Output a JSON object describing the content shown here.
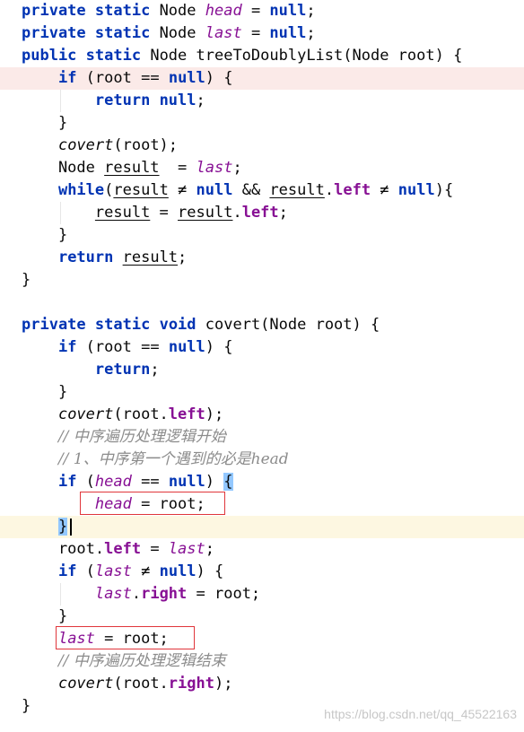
{
  "editor": {
    "lines": [
      {
        "tokens": [
          [
            "kw",
            "private"
          ],
          [
            "plain",
            " "
          ],
          [
            "kw",
            "static"
          ],
          [
            "plain",
            " Node "
          ],
          [
            "field",
            "head"
          ],
          [
            "plain",
            " = "
          ],
          [
            "kw",
            "null"
          ],
          [
            "plain",
            ";"
          ]
        ]
      },
      {
        "tokens": [
          [
            "kw",
            "private"
          ],
          [
            "plain",
            " "
          ],
          [
            "kw",
            "static"
          ],
          [
            "plain",
            " Node "
          ],
          [
            "field",
            "last"
          ],
          [
            "plain",
            " = "
          ],
          [
            "kw",
            "null"
          ],
          [
            "plain",
            ";"
          ]
        ]
      },
      {
        "tokens": [
          [
            "kw",
            "public"
          ],
          [
            "plain",
            " "
          ],
          [
            "kw",
            "static"
          ],
          [
            "plain",
            " Node treeToDoublyList(Node root) {"
          ]
        ]
      },
      {
        "highlight": "error",
        "tokens": [
          [
            "plain",
            "    "
          ],
          [
            "kw",
            "if"
          ],
          [
            "plain",
            " (root "
          ],
          [
            "plain",
            "=="
          ],
          [
            "plain",
            " "
          ],
          [
            "kw",
            "null"
          ],
          [
            "plain",
            ") {"
          ]
        ]
      },
      {
        "tokens": [
          [
            "plain",
            "        "
          ],
          [
            "kw",
            "return"
          ],
          [
            "plain",
            " "
          ],
          [
            "kw",
            "null"
          ],
          [
            "plain",
            ";"
          ]
        ]
      },
      {
        "tokens": [
          [
            "plain",
            "    }"
          ]
        ]
      },
      {
        "tokens": [
          [
            "plain",
            "    "
          ],
          [
            "method",
            "covert"
          ],
          [
            "plain",
            "(root);"
          ]
        ]
      },
      {
        "tokens": [
          [
            "plain",
            "    Node "
          ],
          [
            "var",
            "result"
          ],
          [
            "plain",
            "  = "
          ],
          [
            "field",
            "last"
          ],
          [
            "plain",
            ";"
          ]
        ]
      },
      {
        "tokens": [
          [
            "plain",
            "    "
          ],
          [
            "kw",
            "while"
          ],
          [
            "plain",
            "("
          ],
          [
            "var",
            "result"
          ],
          [
            "plain",
            " ≠ "
          ],
          [
            "kw",
            "null"
          ],
          [
            "plain",
            " && "
          ],
          [
            "var",
            "result"
          ],
          [
            "plain",
            "."
          ],
          [
            "fieldinst",
            "left"
          ],
          [
            "plain",
            " ≠ "
          ],
          [
            "kw",
            "null"
          ],
          [
            "plain",
            "){"
          ]
        ]
      },
      {
        "tokens": [
          [
            "plain",
            "        "
          ],
          [
            "var",
            "result"
          ],
          [
            "plain",
            " = "
          ],
          [
            "var",
            "result"
          ],
          [
            "plain",
            "."
          ],
          [
            "fieldinst",
            "left"
          ],
          [
            "plain",
            ";"
          ]
        ]
      },
      {
        "tokens": [
          [
            "plain",
            "    }"
          ]
        ]
      },
      {
        "tokens": [
          [
            "plain",
            "    "
          ],
          [
            "kw",
            "return"
          ],
          [
            "plain",
            " "
          ],
          [
            "var",
            "result"
          ],
          [
            "plain",
            ";"
          ]
        ]
      },
      {
        "tokens": [
          [
            "plain",
            "}"
          ]
        ]
      },
      {
        "tokens": []
      },
      {
        "tokens": [
          [
            "kw",
            "private"
          ],
          [
            "plain",
            " "
          ],
          [
            "kw",
            "static"
          ],
          [
            "plain",
            " "
          ],
          [
            "kw",
            "void"
          ],
          [
            "plain",
            " covert(Node root) {"
          ]
        ]
      },
      {
        "tokens": [
          [
            "plain",
            "    "
          ],
          [
            "kw",
            "if"
          ],
          [
            "plain",
            " (root "
          ],
          [
            "plain",
            "=="
          ],
          [
            "plain",
            " "
          ],
          [
            "kw",
            "null"
          ],
          [
            "plain",
            ") {"
          ]
        ]
      },
      {
        "tokens": [
          [
            "plain",
            "        "
          ],
          [
            "kw",
            "return"
          ],
          [
            "plain",
            ";"
          ]
        ]
      },
      {
        "tokens": [
          [
            "plain",
            "    }"
          ]
        ]
      },
      {
        "tokens": [
          [
            "plain",
            "    "
          ],
          [
            "method",
            "covert"
          ],
          [
            "plain",
            "(root."
          ],
          [
            "fieldinst",
            "left"
          ],
          [
            "plain",
            ");"
          ]
        ]
      },
      {
        "tokens": [
          [
            "plain",
            "    "
          ],
          [
            "comment",
            "// 中序遍历处理逻辑开始"
          ]
        ]
      },
      {
        "tokens": [
          [
            "plain",
            "    "
          ],
          [
            "comment",
            "// 1、中序第一个遇到的必是head"
          ]
        ]
      },
      {
        "tokens": [
          [
            "plain",
            "    "
          ],
          [
            "kw",
            "if"
          ],
          [
            "plain",
            " ("
          ],
          [
            "field",
            "head"
          ],
          [
            "plain",
            " == "
          ],
          [
            "kw",
            "null"
          ],
          [
            "plain",
            ") "
          ],
          [
            "brace",
            "{"
          ]
        ]
      },
      {
        "tokens": [
          [
            "plain",
            "        "
          ],
          [
            "field",
            "head"
          ],
          [
            "plain",
            " = root;"
          ]
        ]
      },
      {
        "highlight": "caret",
        "tokens": [
          [
            "plain",
            "    "
          ],
          [
            "brace",
            "}"
          ]
        ]
      },
      {
        "tokens": [
          [
            "plain",
            "    root."
          ],
          [
            "fieldinst",
            "left"
          ],
          [
            "plain",
            " = "
          ],
          [
            "field",
            "last"
          ],
          [
            "plain",
            ";"
          ]
        ]
      },
      {
        "tokens": [
          [
            "plain",
            "    "
          ],
          [
            "kw",
            "if"
          ],
          [
            "plain",
            " ("
          ],
          [
            "field",
            "last"
          ],
          [
            "plain",
            " ≠ "
          ],
          [
            "kw",
            "null"
          ],
          [
            "plain",
            ") {"
          ]
        ]
      },
      {
        "tokens": [
          [
            "plain",
            "        "
          ],
          [
            "field",
            "last"
          ],
          [
            "plain",
            "."
          ],
          [
            "fieldinst",
            "right"
          ],
          [
            "plain",
            " = root;"
          ]
        ]
      },
      {
        "tokens": [
          [
            "plain",
            "    }"
          ]
        ]
      },
      {
        "tokens": [
          [
            "plain",
            "    "
          ],
          [
            "field",
            "last"
          ],
          [
            "plain",
            " = root;"
          ]
        ]
      },
      {
        "tokens": [
          [
            "plain",
            "    "
          ],
          [
            "comment",
            "// 中序遍历处理逻辑结束"
          ]
        ]
      },
      {
        "tokens": [
          [
            "plain",
            "    "
          ],
          [
            "method",
            "covert"
          ],
          [
            "plain",
            "(root."
          ],
          [
            "fieldinst",
            "right"
          ],
          [
            "plain",
            ");"
          ]
        ]
      },
      {
        "tokens": [
          [
            "plain",
            "}"
          ]
        ]
      }
    ]
  },
  "watermark": "https://blog.csdn.net/qq_45522163",
  "colors": {
    "keyword": "#0033b3",
    "field": "#871094",
    "comment": "#8c8c8c",
    "error_line": "#fbeae8",
    "caret_line": "#fdf7e1",
    "brace_match": "#93c8ff",
    "annotation_box": "#e0363b"
  }
}
